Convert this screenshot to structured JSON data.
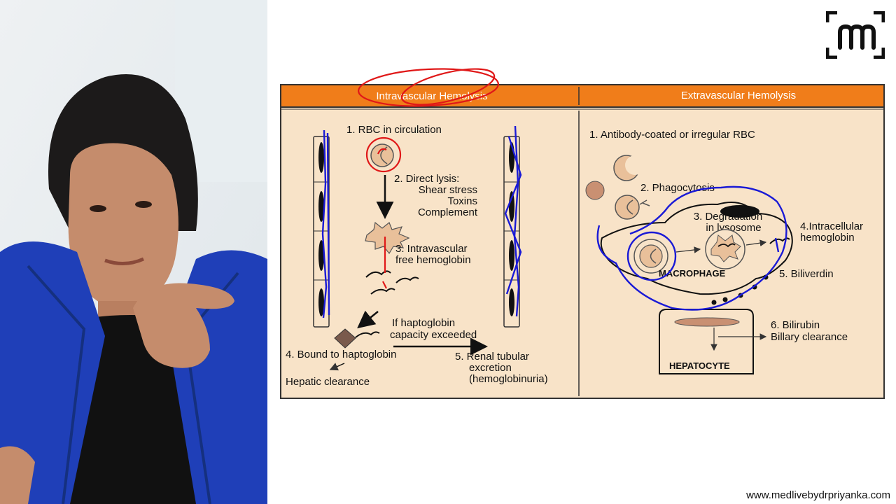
{
  "headers": {
    "left": "Intravascular Hemolysis",
    "right": "Extravascular Hemolysis"
  },
  "intravascular": {
    "step1": "1. RBC in circulation",
    "step2": [
      "2. Direct lysis:",
      "Shear stress",
      "Toxins",
      "Complement"
    ],
    "step3": [
      "3. Intravascular",
      "free hemoglobin"
    ],
    "haptoglobin_note": [
      "If haptoglobin",
      "capacity exceeded"
    ],
    "step4": "4. Bound to haptoglobin",
    "hepatic": "Hepatic clearance",
    "step5": [
      "5. Renal tubular",
      "excretion",
      "(hemoglobinuria)"
    ]
  },
  "extravascular": {
    "step1": "1. Antibody-coated or irregular RBC",
    "step2": "2. Phagocytosis",
    "step3": [
      "3. Degradation",
      "in lysosome"
    ],
    "step4": [
      "4.Intracellular",
      "hemoglobin"
    ],
    "macrophage": "MACROPHAGE",
    "step5": "5. Biliverdin",
    "step6": [
      "6. Bilirubin",
      "Billary clearance"
    ],
    "hepatocyte": "HEPATOCYTE"
  },
  "website": "www.medlivebydrpriyanka.com",
  "colors": {
    "header_orange": "#f07d1a",
    "panel_bg": "#f8e3c8",
    "cell_fill": "#e9c09a",
    "annotation_red": "#e01818",
    "annotation_blue": "#1a1ad6",
    "blazer_blue": "#1f3fb8"
  },
  "icons": [
    "presenter-photo",
    "medlive-logo-icon"
  ]
}
